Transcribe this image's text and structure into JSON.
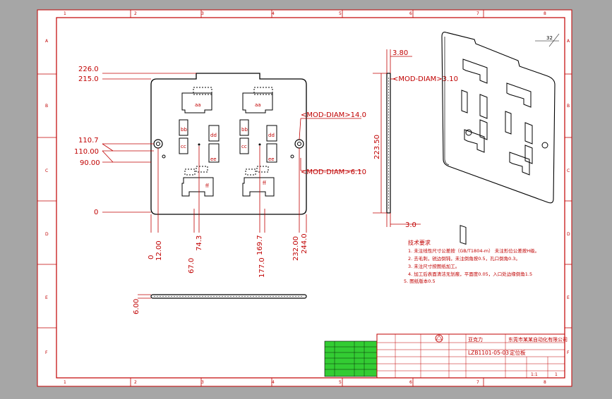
{
  "frame": {
    "columns": [
      "1",
      "2",
      "3",
      "4",
      "5",
      "6",
      "7",
      "8"
    ],
    "rows": [
      "A",
      "B",
      "C",
      "D",
      "E",
      "F"
    ]
  },
  "front_view": {
    "left_dims": [
      "226.0",
      "215.0",
      "110.7",
      "110.00",
      "90.00",
      "0"
    ],
    "bottom_dims": [
      "0",
      "12.00",
      "67.0",
      "74.3",
      "169.7",
      "177.0",
      "232.00",
      "244.0"
    ],
    "hole_callouts": [
      "<MOD-DIAM>14.0",
      "<MOD-DIAM>6.10"
    ],
    "pocket_labels": [
      "aa",
      "aa",
      "dd",
      "dd",
      "ee",
      "ee",
      "ff",
      "ff",
      "bb",
      "cc",
      "bb",
      "cc"
    ]
  },
  "side_view": {
    "top_dim": "3.80",
    "height_dim": "223.50",
    "bottom_dim": "3.0",
    "hole_callout": "<MOD-DIAM>3.10"
  },
  "bottom_view": {
    "thickness_dim": "6.00"
  },
  "iso_view": {
    "scale_label": "32"
  },
  "notes": {
    "title": "技术要求",
    "lines": [
      "1.  未注线性尺寸公差按（GB/T1804-m）  未注形位公差按H级。",
      "2.  去毛刺，锐边倒钝，未注倒角按0.5，孔口倒角0.3。",
      "3.  未注尺寸按图纸加工。",
      "4.  加工后表面清洁无划痕，平面度0.05，入口处边缘倒角1.5",
      "  5.  图纸版本0.5"
    ]
  },
  "title_block": {
    "company": "东莞市某某自动化有限公司",
    "material": "亚克力",
    "drawing_number": "LZB1101-05-03",
    "part_name": "定位板",
    "scale": "1:1",
    "sheet": "1"
  },
  "colors": {
    "background": "#a6a6a6",
    "paper": "#ffffff",
    "annotation": "#c00000",
    "geometry": "#000000",
    "table_fill": "#33cc33"
  }
}
